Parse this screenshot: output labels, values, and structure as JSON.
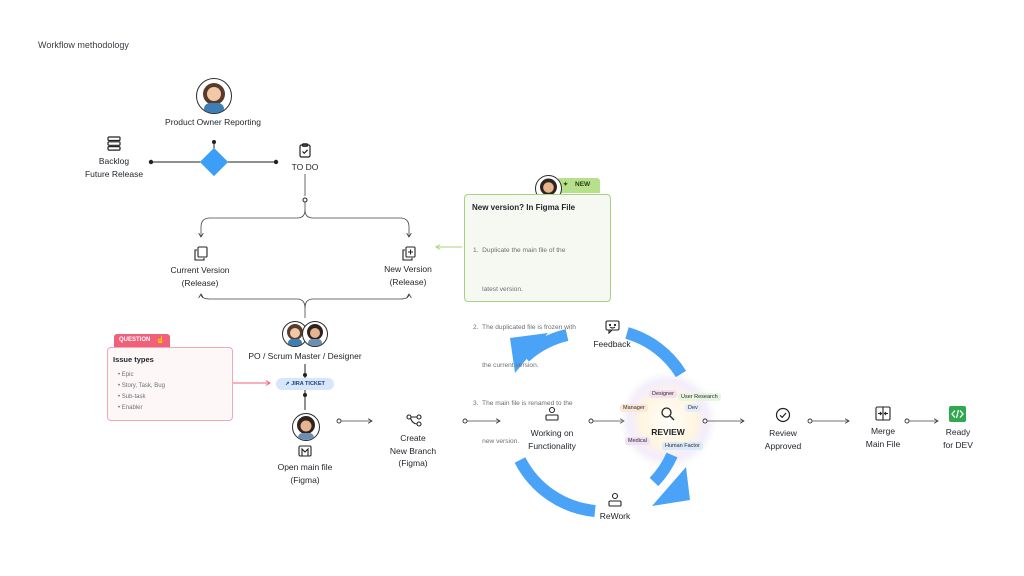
{
  "page_title": "Workflow methodology",
  "nodes": {
    "po_reporting": "Product Owner Reporting",
    "backlog_1": "Backlog",
    "backlog_2": "Future Release",
    "todo": "TO DO",
    "current_1": "Current Version",
    "current_2": "(Release)",
    "new_1": "New Version",
    "new_2": "(Release)",
    "team": "PO / Scrum Master / Designer",
    "open_1": "Open main file",
    "open_2": "(Figma)",
    "branch_1": "Create",
    "branch_2": "New Branch",
    "branch_3": "(Figma)",
    "working_1": "Working on",
    "working_2": "Functionality",
    "feedback": "Feedback",
    "review": "REVIEW",
    "rework": "ReWork",
    "approved_1": "Review",
    "approved_2": "Approved",
    "merge_1": "Merge",
    "merge_2": "Main File",
    "ready_1": "Ready",
    "ready_2": "for DEV"
  },
  "review_tags": [
    "Designer",
    "User Research",
    "Manager",
    "Dev",
    "Medical",
    "Human Factor"
  ],
  "jira_ticket": "JIRA TICKET",
  "note_card": {
    "badge": "NEW",
    "title": "New version? In Figma File",
    "lines": [
      "1.  Duplicate the main file of the",
      "     latest version.",
      "2.  The duplicated file is frozen with",
      "     the current version.",
      "3.  The main file is renamed to the",
      "     new version."
    ]
  },
  "question_card": {
    "badge": "QUESTION",
    "title": "Issue types",
    "items": [
      "Epic",
      "Story, Task, Bug",
      "Sub-task",
      "Enabler"
    ]
  },
  "colors": {
    "diamond": "#3b9ff7",
    "cycle_arrow": "#4aa3f7",
    "note_border": "#a6d27f",
    "question_border": "#f4a7b4",
    "ready_icon": "#2fa84f"
  }
}
